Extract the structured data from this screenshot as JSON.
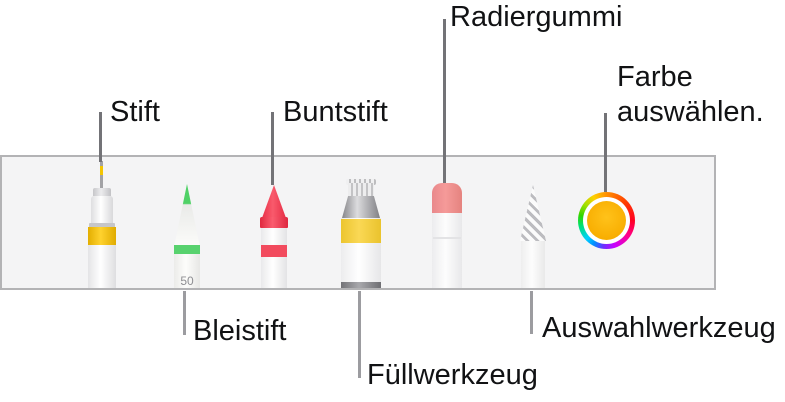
{
  "figure": {
    "description": "Drawing toolbar with callout labels",
    "background": "#ffffff"
  },
  "toolbar": {
    "background": "#f4f4f5",
    "border_color": "#b3b3b5"
  },
  "tools": [
    {
      "id": "pen",
      "callout": "Stift"
    },
    {
      "id": "pencil",
      "callout": "Bleistift",
      "badge": "50"
    },
    {
      "id": "crayon",
      "callout": "Buntstift"
    },
    {
      "id": "fill",
      "callout": "Füllwerkzeug"
    },
    {
      "id": "eraser",
      "callout": "Radiergummi"
    },
    {
      "id": "selection",
      "callout": "Auswahlwerkzeug"
    },
    {
      "id": "color-well",
      "callout": "Farbe auswählen."
    }
  ],
  "callouts": {
    "stift": "Stift",
    "buntstift": "Buntstift",
    "radiergummi": "Radiergummi",
    "farbe_line1": "Farbe",
    "farbe_line2": "auswählen.",
    "bleistift": "Bleistift",
    "fuellwerkzeug": "Füllwerkzeug",
    "auswahlwerkzeug": "Auswahlwerkzeug"
  },
  "colors": {
    "pen_band_yellow": "#f5c400",
    "pencil_green": "#52d169",
    "crayon_red": "#ee3b51",
    "fill_label_yellow": "#f3cc41",
    "eraser_pink": "#ee8f90",
    "selection_stripe_gray": "#bcbcc0",
    "color_well_center": "#ffae00",
    "callout_line_dark": "#737377",
    "callout_line_light": "#9c9ca0",
    "label_text": "#111214",
    "pencil_badge_gray": "#8f8f93"
  }
}
